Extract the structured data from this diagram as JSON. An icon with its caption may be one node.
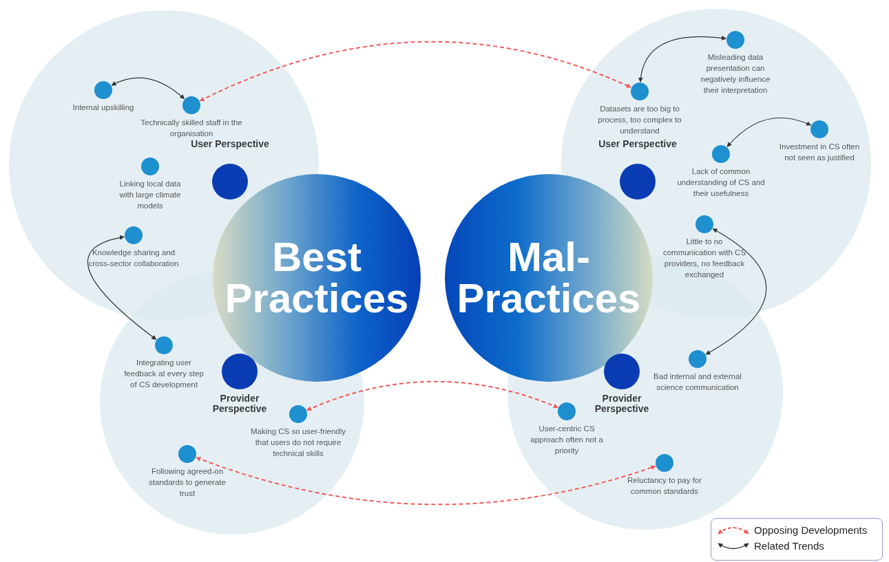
{
  "diagram": {
    "nodes": [
      {
        "text": [
          "Best Practices"
        ]
      },
      {
        "text": [
          "Mal-Practices"
        ]
      },
      {
        "text": [
          "User Perspective"
        ]
      },
      {
        "text": [
          "Provider Perspective"
        ]
      },
      {
        "text": [
          "User Perspective"
        ]
      },
      {
        "text": [
          "Provider Perspective"
        ]
      },
      {
        "text": [
          "Internal upskilling"
        ]
      },
      {
        "text": [
          "Technically skilled staff in the organisation"
        ]
      },
      {
        "text": [
          "Linking local data with large climate models"
        ]
      },
      {
        "text": [
          "Knowledge sharing and cross-sector collaboration"
        ]
      },
      {
        "text": [
          "Integrating user feedback at every step of CS development"
        ]
      },
      {
        "text": [
          "Making CS so user-friendly that users do not require technical skills"
        ]
      },
      {
        "text": [
          "Following agreed-on standards to generate trust"
        ]
      },
      {
        "text": [
          "Misleading data presentation can negatively influence their interpretation"
        ]
      },
      {
        "text": [
          "Datasets are too big to process, too complex to understand"
        ]
      },
      {
        "text": [
          "Investment in CS often not seen as justified"
        ]
      },
      {
        "text": [
          "Lack of common understanding of CS and their usefulness"
        ]
      },
      {
        "text": [
          "Little to no communication with CS providers, no feedback exchanged"
        ]
      },
      {
        "text": [
          "Bad internal and external science communication"
        ]
      },
      {
        "text": [
          "User-centric CS approach often not a priority"
        ]
      },
      {
        "text": [
          "Reluctancy to pay for common standards"
        ]
      }
    ],
    "edges": [
      {
        "from": 6,
        "to": 7,
        "arrow": "both"
      },
      {
        "from": 9,
        "to": 10,
        "arrow": "both"
      },
      {
        "from": 14,
        "to": 13,
        "arrow": "both"
      },
      {
        "from": 16,
        "to": 15,
        "arrow": "both"
      },
      {
        "from": 17,
        "to": 18,
        "arrow": "both"
      },
      {
        "from": 7,
        "to": 14,
        "arrow": "both",
        "style": "dashed",
        "color": "#f05a5a"
      },
      {
        "from": 11,
        "to": 19,
        "arrow": "both",
        "style": "dashed",
        "color": "#f05a5a"
      },
      {
        "from": 12,
        "to": 20,
        "arrow": "both",
        "style": "dashed",
        "color": "#f05a5a"
      }
    ],
    "legend": [
      {
        "text": "Opposing Developments"
      },
      {
        "text": "Related Trends"
      }
    ]
  }
}
